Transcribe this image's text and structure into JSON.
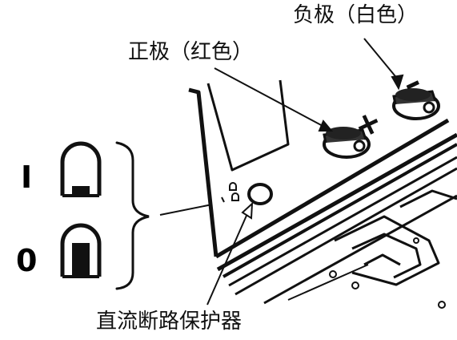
{
  "labels": {
    "negative_terminal": "负极（白色）",
    "positive_terminal": "正极（红色）",
    "breaker": "直流断路保护器"
  },
  "switch_states": {
    "on_symbol": "I",
    "off_symbol": "0"
  },
  "panel_symbols": {
    "plus": "+",
    "minus": "–"
  },
  "colors": {
    "ink": "#111111",
    "background": "#ffffff"
  },
  "icons": [
    "breaker-on-icon",
    "breaker-off-icon",
    "terminal-knob-icon",
    "reset-button-icon"
  ]
}
